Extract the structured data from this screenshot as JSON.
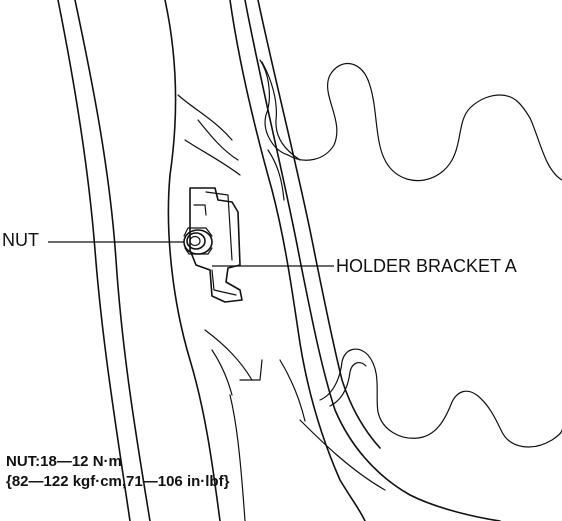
{
  "labels": {
    "nut": "NUT",
    "holder_bracket": "HOLDER BRACKET A"
  },
  "torque_spec": {
    "line1": "NUT:18—12 N·m",
    "line2": "{82—122 kgf·cm,71—106 in·lbf}"
  }
}
